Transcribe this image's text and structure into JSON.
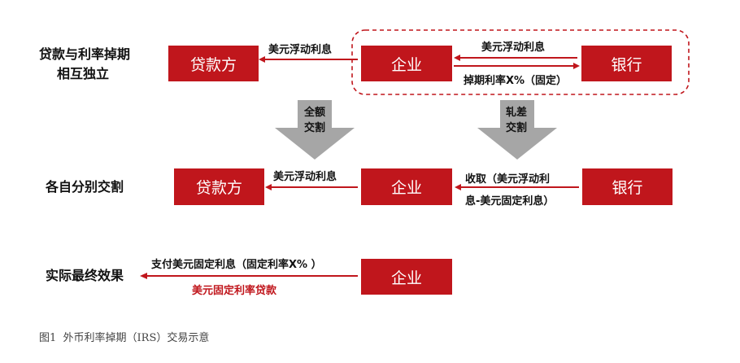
{
  "row_labels": {
    "row1_line1": "贷款与利率掉期",
    "row1_line2": "相互独立",
    "row2": "各自分别交割",
    "row3": "实际最终效果"
  },
  "boxes": {
    "borrower": "贷款方",
    "enterprise": "企业",
    "bank": "银行"
  },
  "arrows": {
    "row1_left": "美元浮动利息",
    "row1_top": "美元浮动利息",
    "row1_bottom": "掉期利率X%（固定）",
    "row2_left": "美元浮动利息",
    "row2_right_line1": "收取（美元浮动利",
    "row2_right_line2": "息-美元固定利息）",
    "row3_top": "支付美元固定利息（固定利率X% ）",
    "row3_bottom": "美元固定利率贷款"
  },
  "down_arrows": {
    "left_line1": "全额",
    "left_line2": "交割",
    "right_line1": "轧差",
    "right_line2": "交割"
  },
  "caption": "图1  外币利率掉期（IRS）交易示意",
  "colors": {
    "accent": "#c0161c",
    "gray_arrow": "#a6a6a6"
  }
}
